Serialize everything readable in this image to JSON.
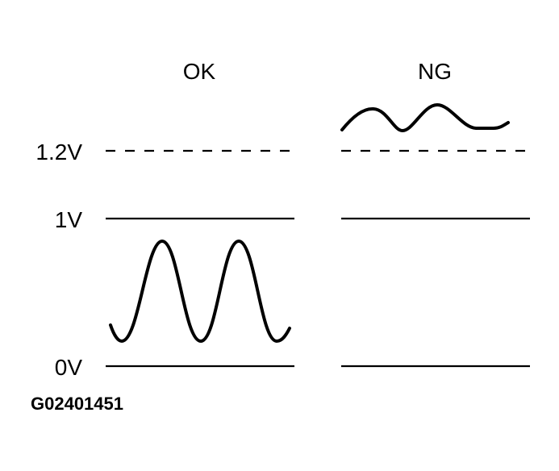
{
  "panels": {
    "ok": {
      "title": "OK"
    },
    "ng": {
      "title": "NG"
    }
  },
  "levels": {
    "v12": "1.2V",
    "v1": "1V",
    "v0": "0V"
  },
  "figure_code": "G02401451",
  "colors": {
    "ink": "#000000",
    "background": "#ffffff"
  }
}
